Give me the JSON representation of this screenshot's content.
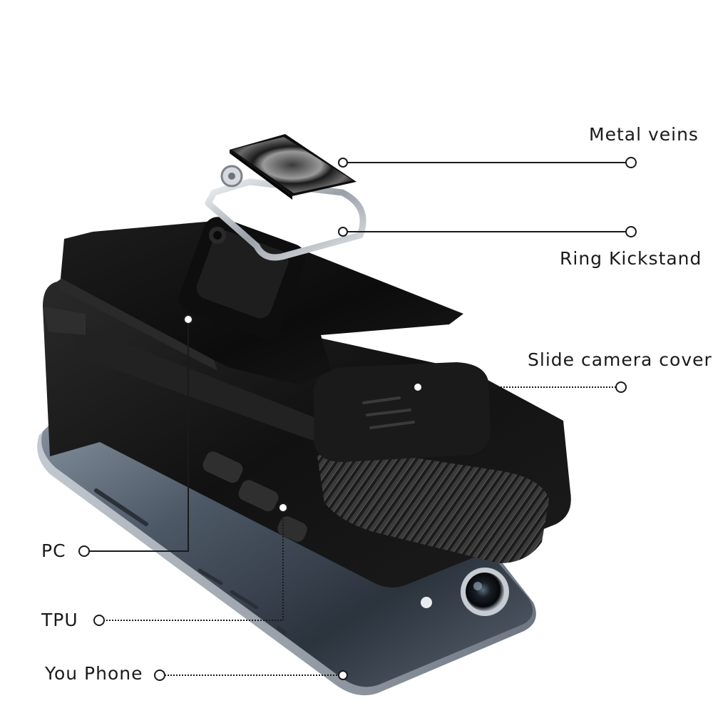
{
  "callouts": {
    "metal_veins": "Metal veins",
    "ring_kickstand": "Ring Kickstand",
    "slide_camera_cover": "Slide camera cover",
    "pc": "PC",
    "tpu": "TPU",
    "you_phone": "You Phone"
  },
  "colors": {
    "case_black": "#141414",
    "phone_body": "#4a5563",
    "ring_silver": "#c8ccd2",
    "leader_line": "#1a1a1a"
  }
}
